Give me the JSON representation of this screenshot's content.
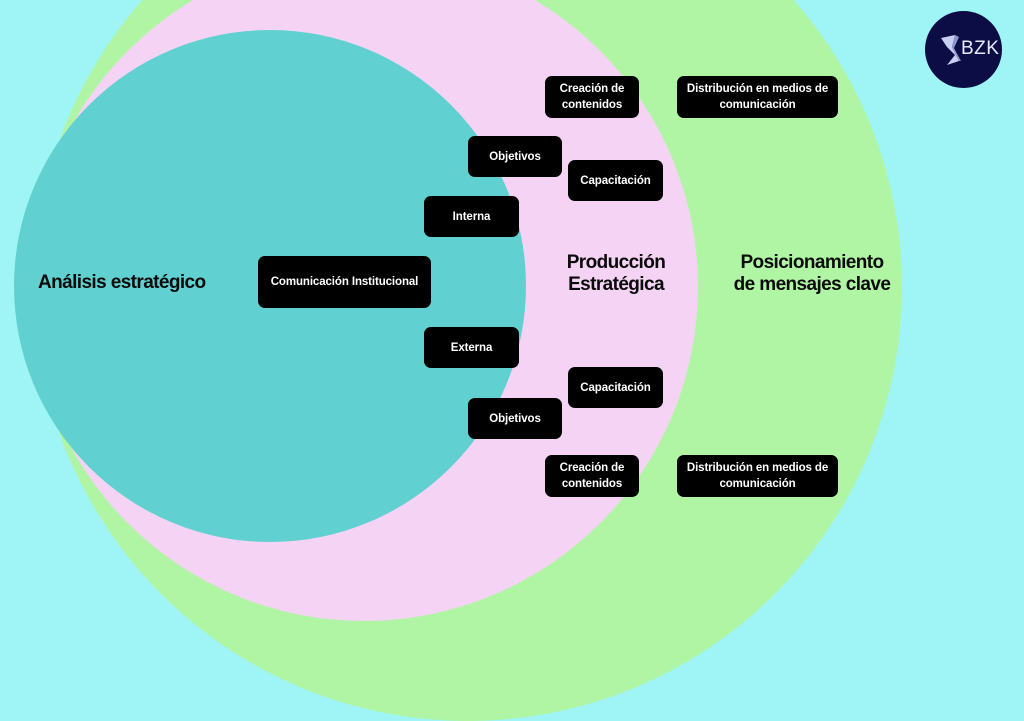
{
  "colors": {
    "background": "#9ff5f5",
    "outer_circle": "#b0f5a4",
    "middle_circle": "#f5d3f4",
    "inner_circle": "#60d1d0",
    "box_fill": "#000000",
    "box_text": "#ffffff",
    "logo_fill": "#0d0d45"
  },
  "logo": {
    "text": "BZK",
    "icon": "bzk-logo-icon"
  },
  "circles": {
    "inner": {
      "label": "Análisis estratégico"
    },
    "middle": {
      "label_line1": "Producción",
      "label_line2": "Estratégica"
    },
    "outer": {
      "label_line1": "Posicionamiento",
      "label_line2": "de mensajes clave"
    }
  },
  "nodes": {
    "center": "Comunicación Institucional",
    "internal": "Interna",
    "external": "Externa",
    "top": {
      "objectives": "Objetivos",
      "training": "Capacitación",
      "content_line1": "Creación de",
      "content_line2": "contenidos",
      "distribution_line1": "Distribución en medios de",
      "distribution_line2": "comunicación"
    },
    "bottom": {
      "objectives": "Objetivos",
      "training": "Capacitación",
      "content_line1": "Creación de",
      "content_line2": "contenidos",
      "distribution_line1": "Distribución en medios de",
      "distribution_line2": "comunicación"
    }
  }
}
